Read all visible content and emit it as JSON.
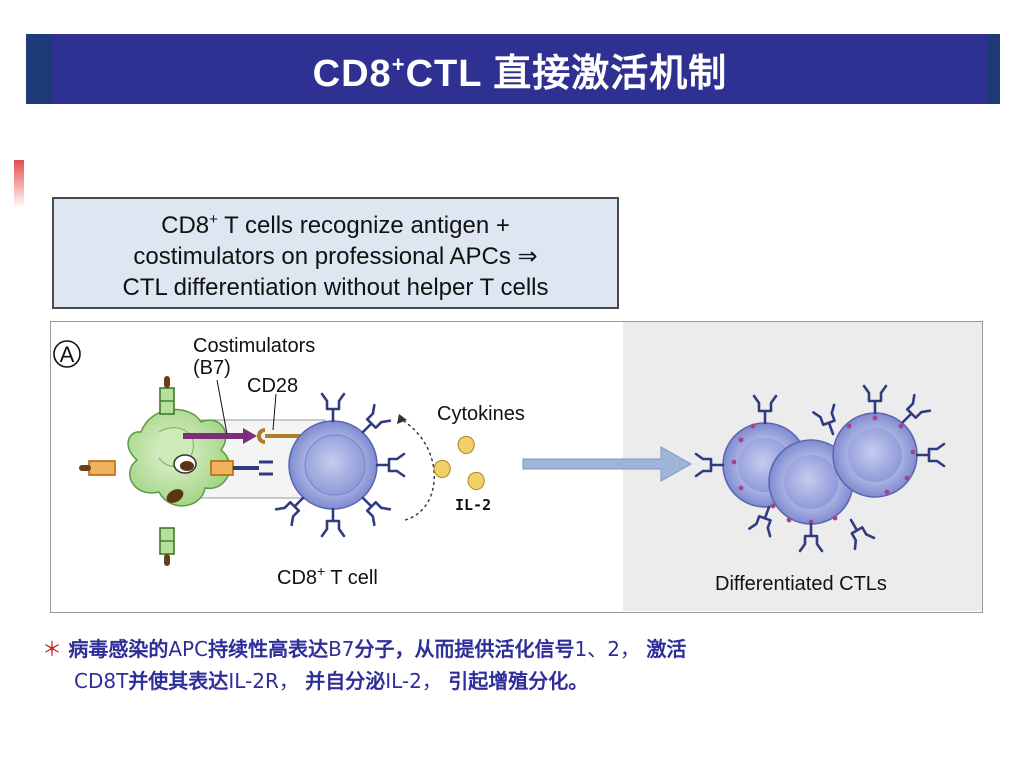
{
  "slide": {
    "title_main": "CD8",
    "title_sup": "+",
    "title_rest": "CTL  直接激活机制"
  },
  "caption": {
    "line1_a": "CD8",
    "line1_sup": "+",
    "line1_b": " T cells recognize antigen +",
    "line2": "costimulators on professional APCs ⇒",
    "line3": "CTL differentiation without helper T cells"
  },
  "figure": {
    "panel_label": "A",
    "costimulators_label": "Costimulators",
    "b7_label": "(B7)",
    "cd28_label": "CD28",
    "cytokines_label": "Cytokines",
    "il2_label": "IL-2",
    "tcell_label_a": "CD8",
    "tcell_label_sup": "+",
    "tcell_label_b": " T cell",
    "ctls_label": "Differentiated CTLs"
  },
  "note": {
    "bullet": "＊",
    "seg1": "病毒感染的",
    "seg2": "APC",
    "seg3": "持续性高表达",
    "seg4": "B7",
    "seg5": "分子，从而提供活化信号",
    "seg6": "1、2，",
    "seg7": "激活",
    "seg8": "CD8T",
    "seg9": "并使其表达",
    "seg10": "IL-2R，",
    "seg11": "并自分泌",
    "seg12": "IL-2，",
    "seg13": "引起增殖分化。"
  },
  "colors": {
    "title_bg": "#2e3192",
    "title_shadow": "#1f3a78",
    "caption_bg": "#dde6f1",
    "apc_green": "#a8d88a",
    "tcell_blue": "#8e9ad6",
    "arrow_blue": "#9fb4d8",
    "b7_purple": "#7b2d7e",
    "note_text": "#2e2e9a"
  }
}
